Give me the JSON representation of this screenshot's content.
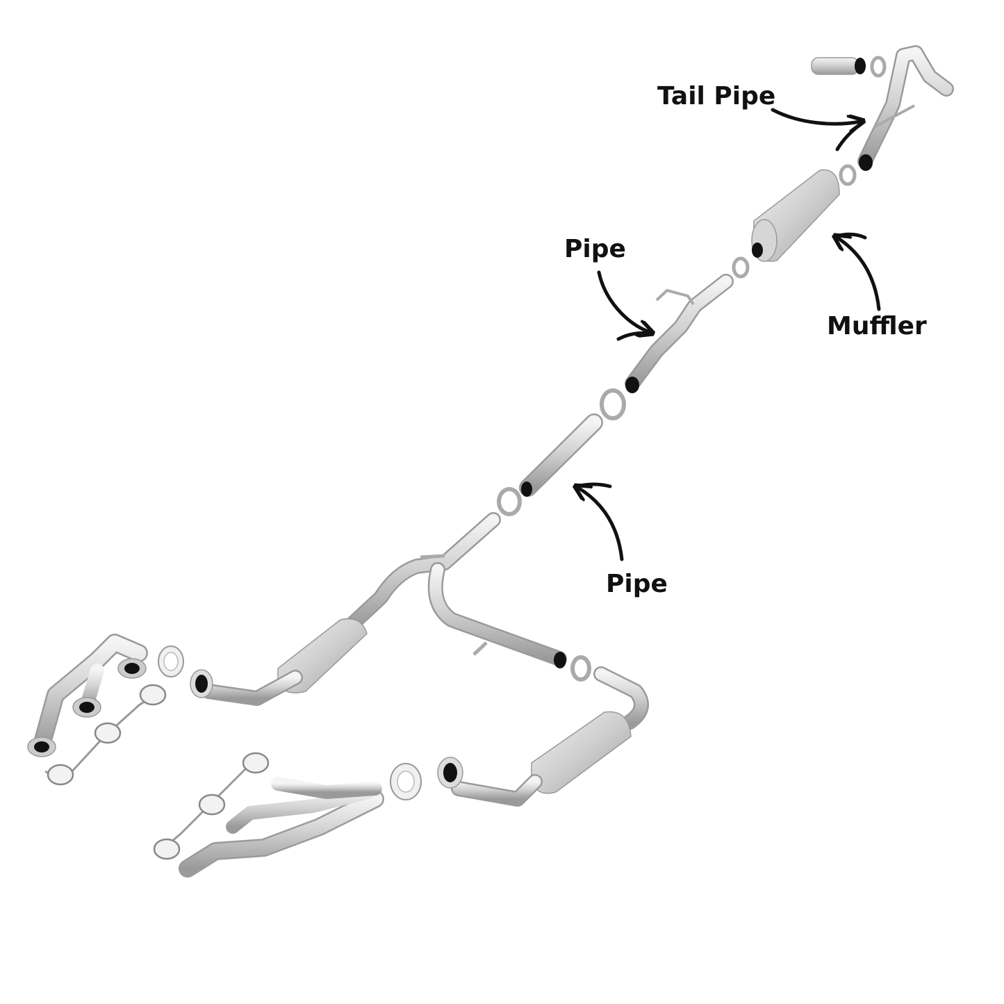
{
  "labels": {
    "tail_pipe": "Tail Pipe",
    "pipe_upper": "Pipe",
    "muffler": "Muffler",
    "pipe_lower": "Pipe"
  },
  "colors": {
    "background": "#ffffff",
    "metal_light": "#e6e6e6",
    "metal_mid": "#c4c4c4",
    "metal_dark": "#8e8e8e",
    "arrow": "#111111",
    "text": "#111111"
  }
}
